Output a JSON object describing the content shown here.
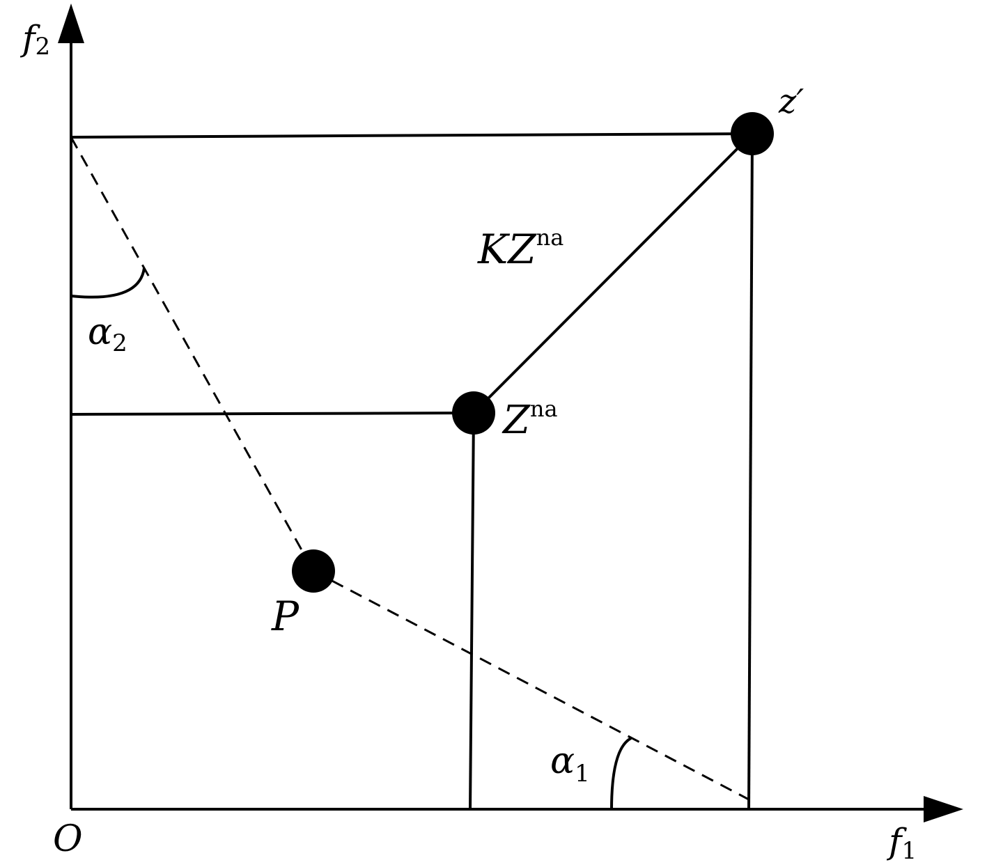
{
  "labels": {
    "y_axis": {
      "base": "f",
      "sub": "2"
    },
    "x_axis": {
      "base": "f",
      "sub": "1"
    },
    "origin": "O",
    "z_prime": "z′",
    "kz": {
      "base": "KZ",
      "sup": "na"
    },
    "z_na": {
      "base": "Z",
      "sup": "na"
    },
    "p": "P",
    "alpha1": {
      "base": "α",
      "sub": "1"
    },
    "alpha2": {
      "base": "α",
      "sub": "2"
    }
  },
  "colors": {
    "ink": "#000000",
    "background": "#ffffff"
  }
}
